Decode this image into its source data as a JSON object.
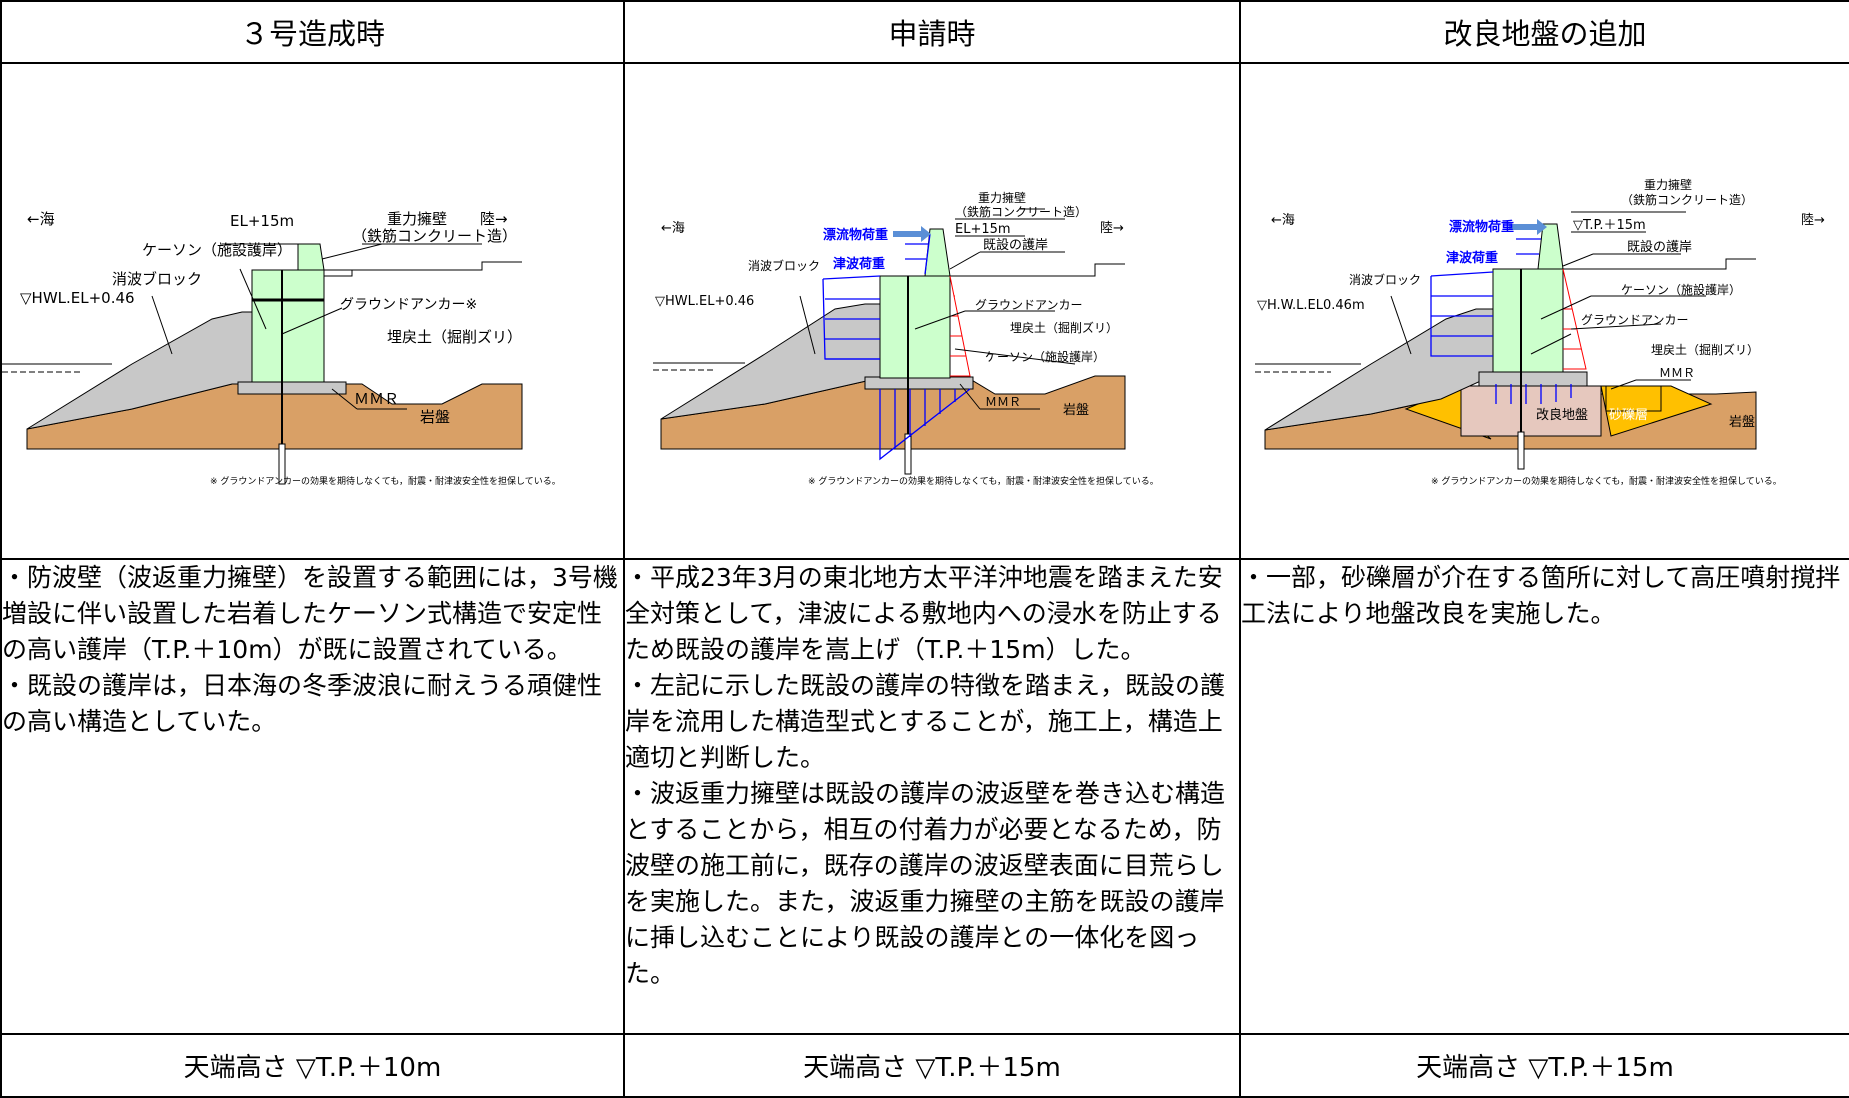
{
  "columns": [
    {
      "header": "３号造成時",
      "figure": {
        "sea": "←海",
        "land": "陸→",
        "el_label": "EL+15m",
        "hwl": "▽HWL.EL+0.46",
        "block": "消波ブロック",
        "caisson": "ケーソン（施設護岸）",
        "gravity_wall": "重力擁壁",
        "rc": "（鉄筋コンクリート造）",
        "anchor": "グラウンドアンカー※",
        "backfill": "埋戻土（掘削ズリ）",
        "mmr": "ＭＭＲ",
        "bedrock": "岩盤",
        "note": "※ グラウンドアンカーの効果を期待しなくても，耐震・耐津波安全性を担保している。"
      },
      "paragraphs": [
        "・防波壁（波返重力擁壁）を設置する範囲には，3号機増設に伴い設置した岩着したケーソン式構造で安定性の高い護岸（T.P.＋10m）が既に設置されている。",
        "・既設の護岸は，日本海の冬季波浪に耐えうる頑健性の高い構造としていた。"
      ],
      "footer": "天端高さ ▽T.P.＋10m"
    },
    {
      "header": "申請時",
      "figure": {
        "sea": "←海",
        "land": "陸→",
        "gravity_wall": "重力擁壁",
        "rc": "（鉄筋コンクリート造）",
        "el_label": "EL+15m",
        "existing": "既設の護岸",
        "drift": "漂流物荷重",
        "tsunami": "津波荷重",
        "block": "消波ブロック",
        "hwl": "▽HWL.EL+0.46",
        "anchor": "グラウンドアンカー",
        "backfill": "埋戻土（掘削ズリ）",
        "caisson": "ケーソン（施設護岸）",
        "mmr": "ＭＭＲ",
        "bedrock": "岩盤",
        "note": "※ グラウンドアンカーの効果を期待しなくても，耐震・耐津波安全性を担保している。"
      },
      "paragraphs": [
        "・平成23年3月の東北地方太平洋沖地震を踏まえた安全対策として，津波による敷地内への浸水を防止するため既設の護岸を嵩上げ（T.P.＋15m）した。",
        "・左記に示した既設の護岸の特徴を踏まえ，既設の護岸を流用した構造型式とすることが，施工上，構造上適切と判断した。",
        "・波返重力擁壁は既設の護岸の波返壁を巻き込む構造とすることから，相互の付着力が必要となるため，防波壁の施工前に，既存の護岸の波返壁表面に目荒らしを実施した。また，波返重力擁壁の主筋を既設の護岸に挿し込むことにより既設の護岸との一体化を図った。"
      ],
      "footer": "天端高さ ▽T.P.＋15m"
    },
    {
      "header": "改良地盤の追加",
      "figure": {
        "sea": "←海",
        "land": "陸→",
        "gravity_wall": "重力擁壁",
        "rc": "（鉄筋コンクリート造）",
        "tp_label": "▽T.P.＋15m",
        "existing": "既設の護岸",
        "drift": "漂流物荷重",
        "tsunami": "津波荷重",
        "block": "消波ブロック",
        "caisson": "ケーソン（施設護岸）",
        "hwl": "▽H.W.L.EL0.46m",
        "anchor": "グラウンドアンカー",
        "backfill": "埋戻土（掘削ズリ）",
        "mmr": "ＭＭＲ",
        "improved": "改良地盤",
        "gravel": "砂礫層",
        "bedrock": "岩盤",
        "note": "※ グラウンドアンカーの効果を期待しなくても，耐震・耐津波安全性を担保している。"
      },
      "paragraphs": [
        "・一部，砂礫層が介在する箇所に対して高圧噴射撹拌工法により地盤改良を実施した。"
      ],
      "footer": "天端高さ ▽T.P.＋15m"
    }
  ],
  "colors": {
    "ground": "#d9a066",
    "block": "#c8c8c8",
    "caisson": "#ccffcc",
    "load_arrow": "#0000ff",
    "earth_pressure": "#ff0000",
    "gravel": "#ffc000",
    "improved": "#e6c8be",
    "drift_arrow": "#5b8fd6"
  }
}
